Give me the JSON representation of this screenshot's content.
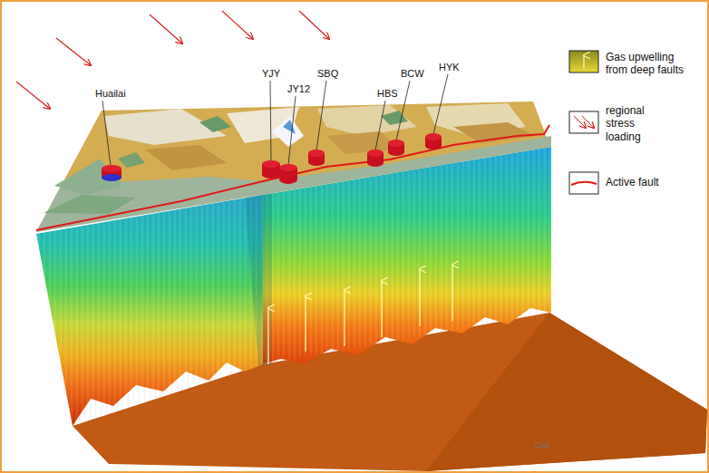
{
  "diagram": {
    "labels": [
      "Huailai",
      "YJY",
      "JY12",
      "SBQ",
      "HBS",
      "BCW",
      "HYK",
      "Gas"
    ],
    "legend": [
      {
        "text": "Gas upwelling from deep faults"
      },
      {
        "text": "regional stress loading"
      },
      {
        "text": "Active fault"
      }
    ]
  }
}
